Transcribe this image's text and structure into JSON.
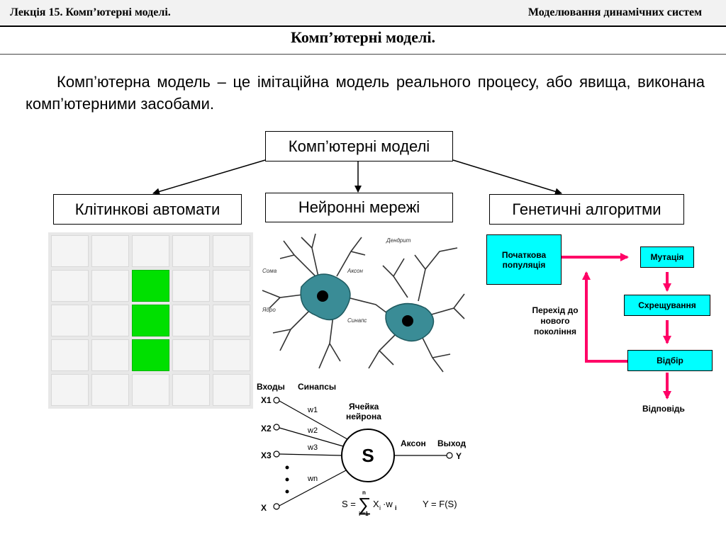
{
  "header": {
    "left": "Лекція 15.  Комп’ютерні моделі.",
    "right": "Моделювання динамічних систем"
  },
  "slide_title": "Комп’ютерні моделі.",
  "definition": "Комп’ютерна модель – це імітаційна модель реального процесу, або явища, виконана комп’ютерними засобами.",
  "tree": {
    "root": "Комп’ютерні моделі",
    "children": [
      "Клітинкові автомати",
      "Нейронні мережі",
      "Генетичні алгоритми"
    ]
  },
  "cellular_grid": {
    "rows": 5,
    "cols": 5,
    "active_cells": [
      [
        1,
        2
      ],
      [
        2,
        2
      ],
      [
        3,
        2
      ]
    ],
    "active_color": "#00e000"
  },
  "neuron_drawing": {
    "labels": [
      "Дендрит",
      "Аксон",
      "Сома",
      "Ядро",
      "Синапс"
    ],
    "cell_color": "#3a8c96"
  },
  "perceptron": {
    "inputs_label": "Входы",
    "synapses_label": "Синапсы",
    "inputs": [
      "X1",
      "X2",
      "X3",
      "X"
    ],
    "weights": [
      "w1",
      "w2",
      "w3",
      "wn"
    ],
    "cell_label_line1": "Ячейка",
    "cell_label_line2": "нейрона",
    "sum_symbol": "S",
    "axon_label": "Аксон",
    "output_label": "Выход",
    "output_symbol": "Y",
    "formula_sum": "S =",
    "formula_terms": "X",
    "formula_sub_i": "i",
    "formula_w": "·w",
    "formula_upper": "n",
    "formula_lower": "i =1",
    "formula_output": "Y = F(S)"
  },
  "genetic_flow": {
    "start": "Початкова популяція",
    "steps": [
      "Мутація",
      "Схрещування",
      "Відбір"
    ],
    "loop_label": "Перехід до нового покоління",
    "result": "Відповідь",
    "box_color": "#00ffff",
    "arrow_color": "#ff0066"
  }
}
